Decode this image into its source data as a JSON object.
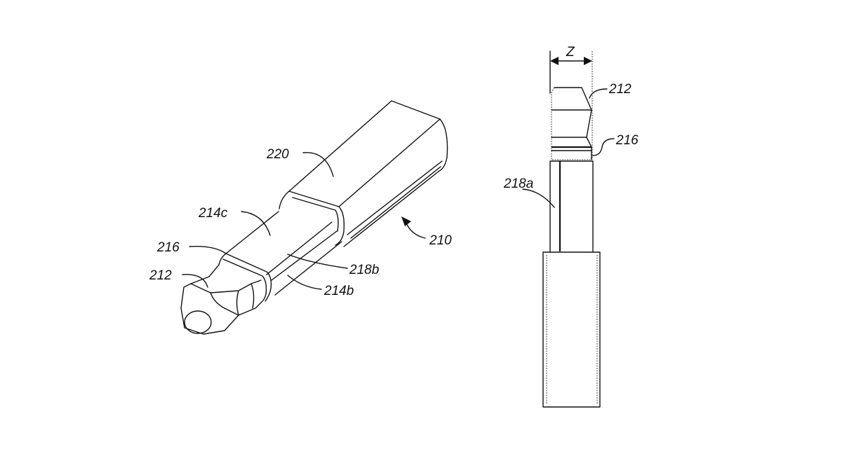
{
  "figure_left": {
    "labels": {
      "sleeve": "220",
      "body_top": "214c",
      "band": "216",
      "tip": "212",
      "flat": "218b",
      "body_side": "214b",
      "assembly": "210"
    }
  },
  "figure_right": {
    "labels": {
      "dimension": "Z",
      "tip": "212",
      "band": "216",
      "flat": "218a"
    }
  }
}
